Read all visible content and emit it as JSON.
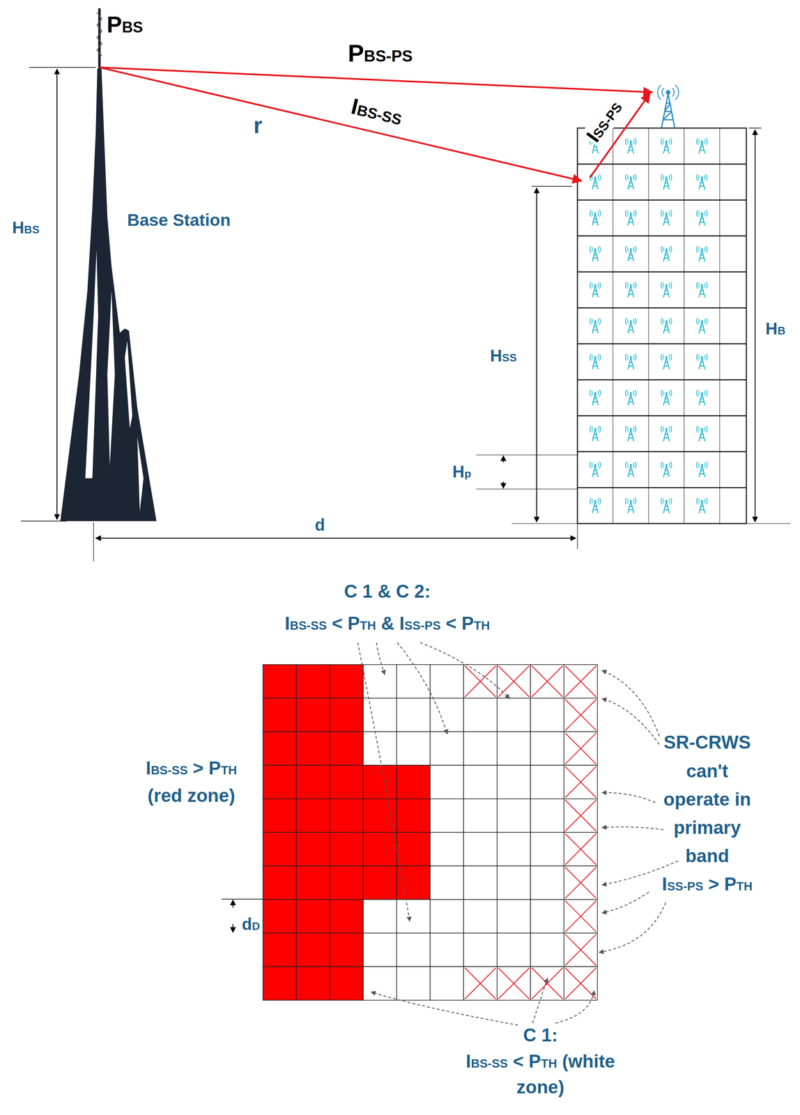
{
  "diagram": {
    "labels": [
      "PBS",
      "PBS-PS",
      "r",
      "IBS-SS",
      "ISS-PS",
      "HBS",
      "Base Station",
      "HSS",
      "HB",
      "Hp",
      "d",
      "C 1 & C 2: IBS-SS < PTH & ISS-PS < PTH",
      "IBS-SS > PTH (red zone)",
      "SR-CRWS can't operate in primary band ISS-PS > PTH",
      "dD",
      "C 1: IBS-SS < PTH (white zone)"
    ]
  }
}
